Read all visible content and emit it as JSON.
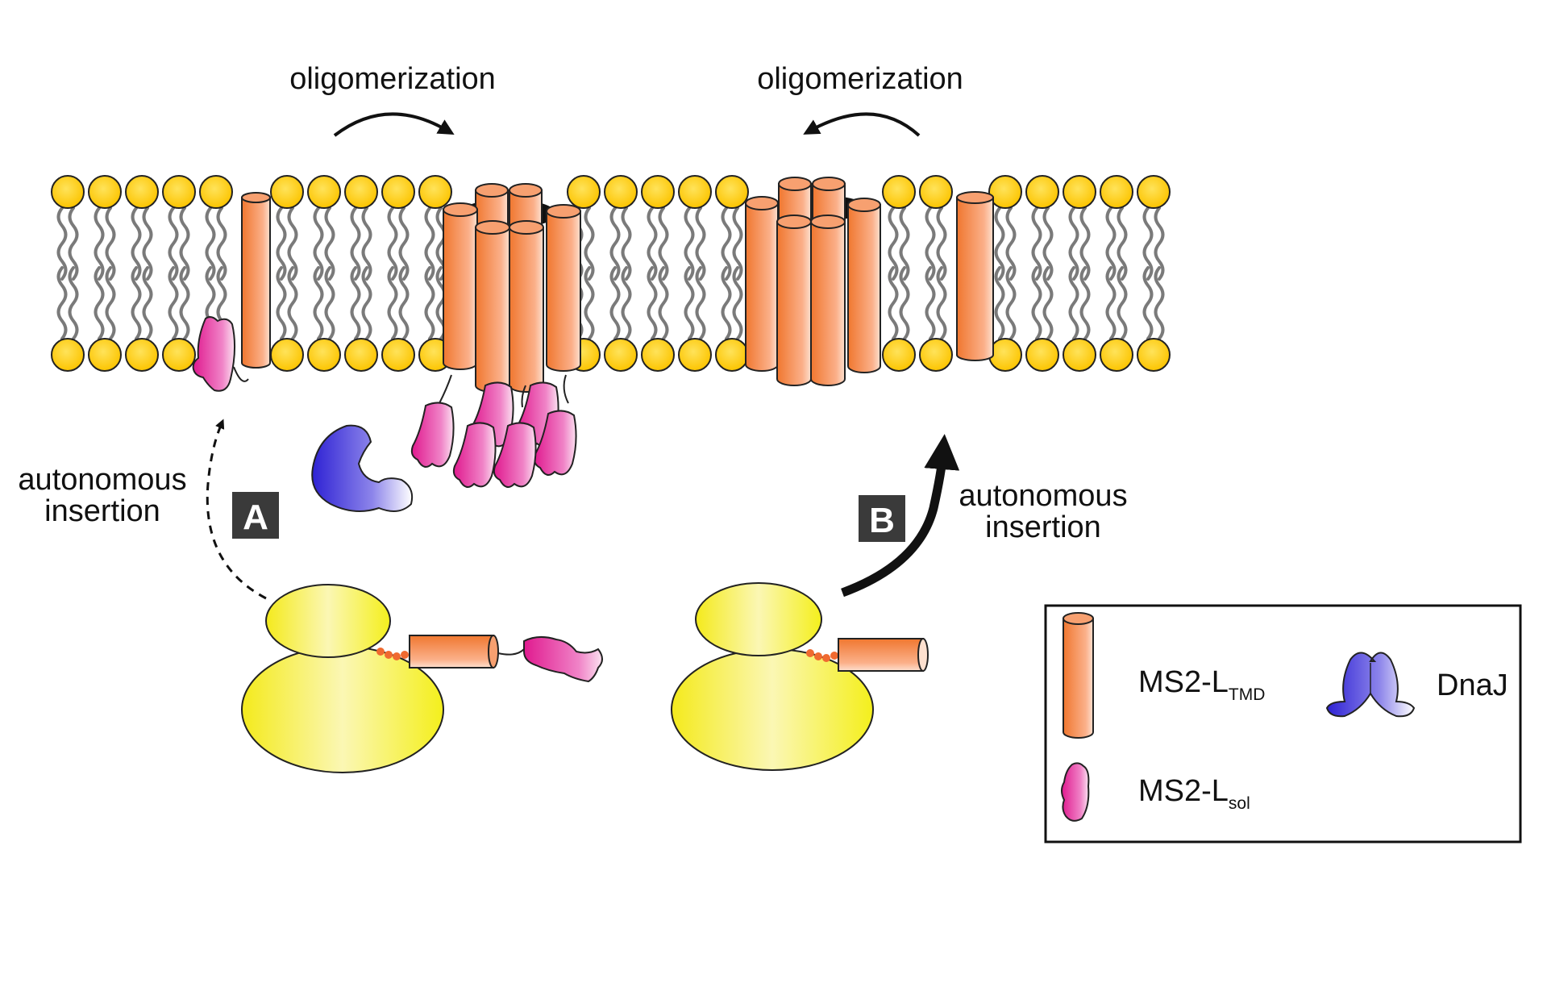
{
  "labels": {
    "oligomerization_left": "oligomerization",
    "oligomerization_right": "oligomerization",
    "insertion_a_line1": "autonomous",
    "insertion_a_line2": "insertion",
    "insertion_b_line1": "autonomous",
    "insertion_b_line2": "insertion"
  },
  "panels": {
    "a": "A",
    "b": "B"
  },
  "legend": {
    "tmd_main": "MS2-L",
    "tmd_sub": "TMD",
    "sol_main": "MS2-L",
    "sol_sub": "sol",
    "dnaj": "DnaJ"
  },
  "colors": {
    "lipid_head": "#ffd21c",
    "lipid_tail": "#7a7a7a",
    "helix": "#f58a4a",
    "soluble_domain": "#e8239a",
    "dnaj": "#3a2fd0",
    "ribosome": "#f2ef2a"
  },
  "icons": [
    "transmembrane-helix-icon",
    "soluble-domain-icon",
    "dnaj-chaperone-icon",
    "ribosome-icon",
    "lipid-bilayer-icon"
  ]
}
